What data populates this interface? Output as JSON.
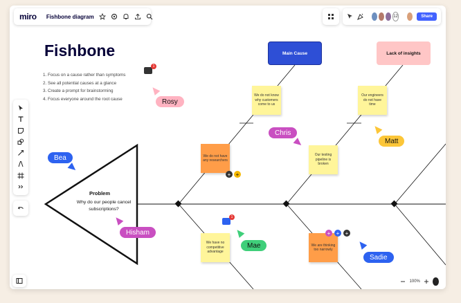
{
  "app": {
    "logo": "miro",
    "board_title": "Fishbone diagram",
    "share_label": "Share",
    "collaborator_count": "12",
    "zoom_level": "100%"
  },
  "title": "Fishbone",
  "steps": [
    "1. Focus on a cause rather than symptoms",
    "2. See all potential causes at a glance",
    "3. Create a prompt for brainstorming",
    "4. Focus everyone around the root cause"
  ],
  "problem": {
    "heading": "Problem",
    "text": "Why do our people cancel subscriptions?"
  },
  "main_cause_label": "Main Cause",
  "lack_label": "Lack of insights",
  "stickies": {
    "s1": "We do not know why customers come to us",
    "s2": "Our engineers do not have time",
    "s3": "We do not have any researchers",
    "s4": "Our testing pipeline is broken",
    "s5": "We have no competitive advantage",
    "s6": "We are thinking too narrowly"
  },
  "collaborators": {
    "rosy": {
      "name": "Rosy",
      "color": "#ffb3c1"
    },
    "chris": {
      "name": "Chris",
      "color": "#c94fc1"
    },
    "matt": {
      "name": "Matt",
      "color": "#fcc638"
    },
    "bea": {
      "name": "Bea",
      "color": "#2d62f0"
    },
    "hisham": {
      "name": "Hisham",
      "color": "#c94fc1"
    },
    "mae": {
      "name": "Mae",
      "color": "#3fcf7a"
    },
    "sadie": {
      "name": "Sadie",
      "color": "#2d62f0"
    }
  },
  "comment_counts": {
    "c1": "1",
    "c2": "1"
  },
  "icons": [
    "share-icon",
    "settings-icon",
    "bell-icon",
    "upload-icon",
    "search-icon",
    "apps-icon",
    "cursor-icon",
    "celebrate-icon",
    "select-icon",
    "text-icon",
    "sticky-note-icon",
    "shapes-icon",
    "connector-icon",
    "pen-icon",
    "frame-icon",
    "more-icon",
    "undo-icon",
    "sidebar-icon",
    "zoom-out-icon",
    "zoom-in-icon",
    "help-icon"
  ]
}
